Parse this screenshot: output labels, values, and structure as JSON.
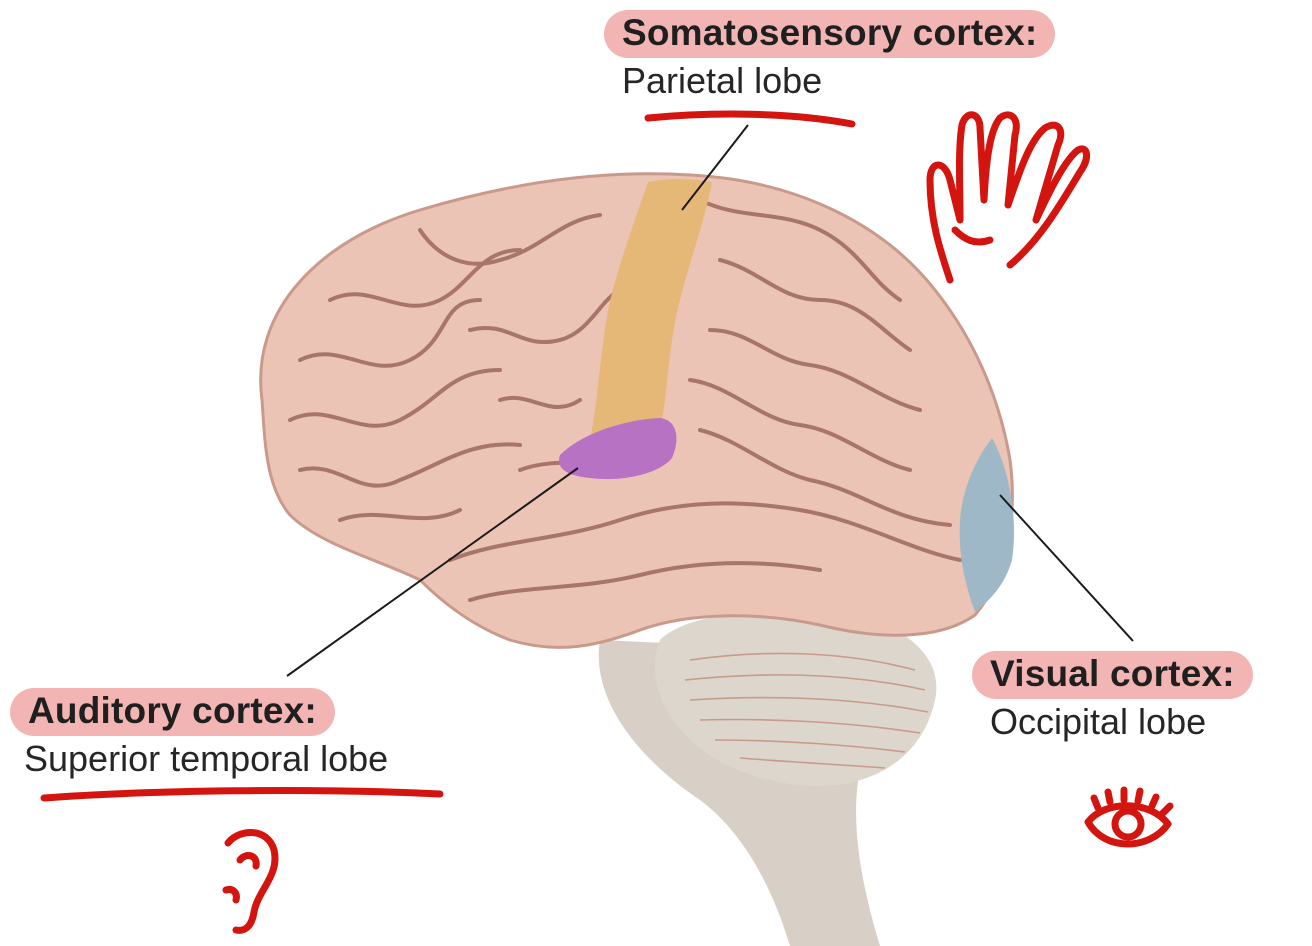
{
  "colors": {
    "label_pill": "#f2b5b3",
    "brain": "#ecc4b6",
    "brain_shadow": "#c99a8c",
    "sulcus": "#a8756a",
    "somatosensory_region": "#e6b878",
    "auditory_region": "#b872c4",
    "visual_region": "#9fb8c8",
    "cerebellum": "#ddd6cc",
    "brainstem": "#d8d0c6",
    "annotation_ink": "#d4140f",
    "leader_line": "#1a1a1a"
  },
  "labels": {
    "somatosensory": {
      "title": "Somatosensory cortex:",
      "subtitle": "Parietal lobe"
    },
    "auditory": {
      "title": "Auditory cortex:",
      "subtitle": "Superior temporal lobe"
    },
    "visual": {
      "title": "Visual cortex:",
      "subtitle": "Occipital lobe"
    }
  },
  "annotations": {
    "somatosensory_icon": "hand-icon",
    "auditory_icon": "ear-icon",
    "visual_icon": "eye-icon"
  }
}
